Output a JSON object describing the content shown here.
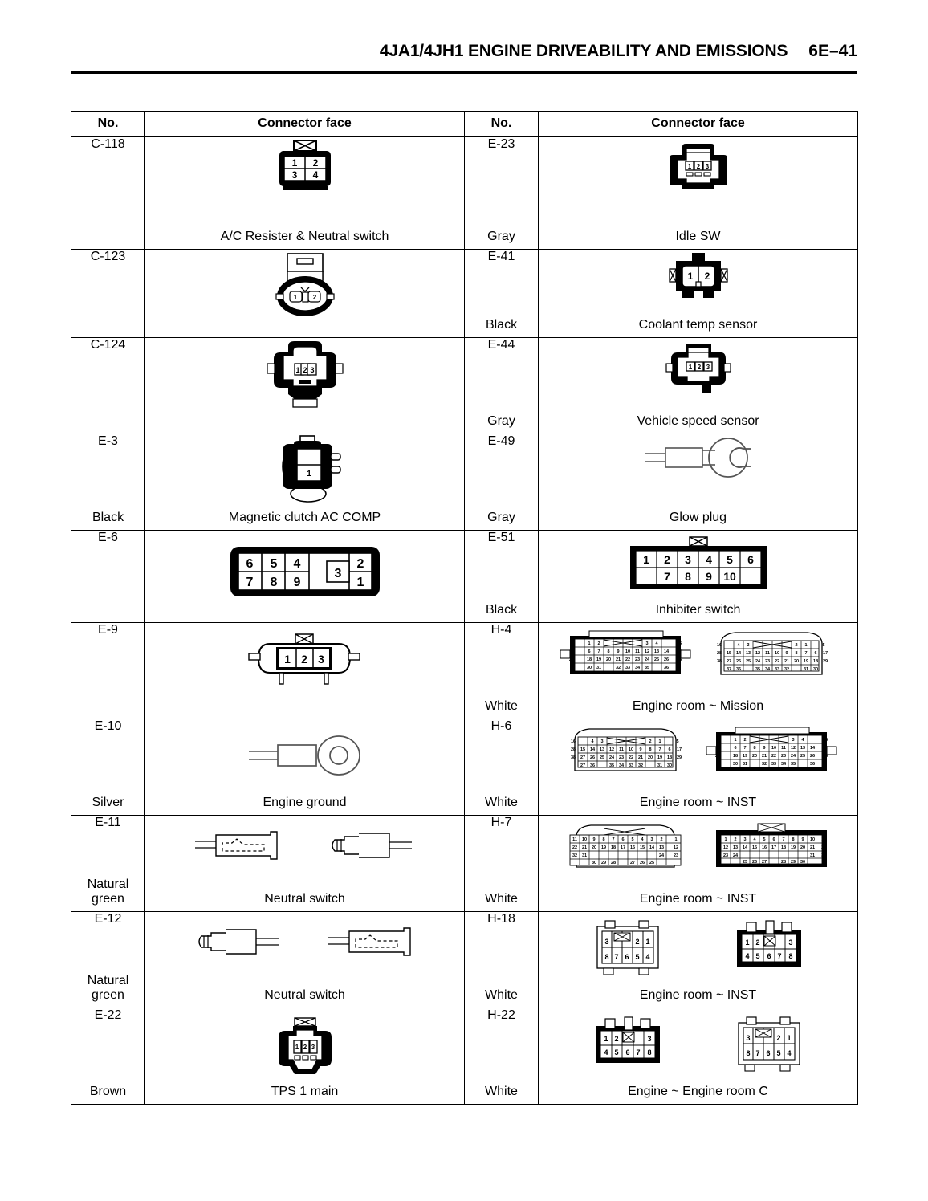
{
  "header": {
    "title": "4JA1/4JH1 ENGINE DRIVEABILITY AND EMISSIONS",
    "page_number": "6E–41"
  },
  "table": {
    "columns": [
      "No.",
      "Connector face",
      "No.",
      "Connector face"
    ],
    "rows": [
      {
        "left": {
          "no": "C-118",
          "color": "",
          "label": "A/C Resister & Neutral switch",
          "connector": "4-pin rectangular, pins 1 2 / 3 4, X latch top"
        },
        "right": {
          "no": "E-23",
          "color": "Gray",
          "label": "Idle SW",
          "connector": "3-pin, pins 1 2 3"
        }
      },
      {
        "left": {
          "no": "C-123",
          "color": "",
          "label": "",
          "connector": "2-pin oval, pins 1 2"
        },
        "right": {
          "no": "E-41",
          "color": "Black",
          "label": "Coolant temp sensor",
          "connector": "2-pin, pins 1 2"
        }
      },
      {
        "left": {
          "no": "C-124",
          "color": "",
          "label": "",
          "connector": "3-pin, pins 1 2 3"
        },
        "right": {
          "no": "E-44",
          "color": "Gray",
          "label": "Vehicle speed sensor",
          "connector": "3-pin, pins 1 2 3"
        }
      },
      {
        "left": {
          "no": "E-3",
          "color": "Black",
          "label": "Magnetic clutch AC COMP",
          "connector": "1-pin round, pin 1"
        },
        "right": {
          "no": "E-49",
          "color": "Gray",
          "label": "Glow plug",
          "connector": "open ring terminal"
        }
      },
      {
        "left": {
          "no": "E-6",
          "color": "",
          "label": "",
          "connector": "9+3 pin block, 6 5 4 / 7 8 9, 3, 2 / 1"
        },
        "right": {
          "no": "E-51",
          "color": "Black",
          "label": "Inhibiter switch",
          "connector": "10-pin, 1 2 3 4 5 6 / 7 8 9 10"
        }
      },
      {
        "left": {
          "no": "E-9",
          "color": "",
          "label": "",
          "connector": "3-pin oval, pins 1 2 3"
        },
        "right": {
          "no": "H-4",
          "color": "White",
          "label": "Engine room ~ Mission",
          "connector": "38-pin pair, male and female"
        }
      },
      {
        "left": {
          "no": "E-10",
          "color": "Silver",
          "label": "Engine ground",
          "connector": "closed ring terminal"
        },
        "right": {
          "no": "H-6",
          "color": "White",
          "label": "Engine room ~ INST",
          "connector": "38-pin pair, male and female"
        }
      },
      {
        "left": {
          "no": "E-11",
          "color": "Natural\ngreen",
          "label": "Neutral switch",
          "connector": "bullet terminal pair, female then male"
        },
        "right": {
          "no": "H-7",
          "color": "White",
          "label": "Engine room ~ INST",
          "connector": "32-pin pair, male and female"
        }
      },
      {
        "left": {
          "no": "E-12",
          "color": "Natural\ngreen",
          "label": "Neutral switch",
          "connector": "bullet terminal pair, male then female"
        },
        "right": {
          "no": "H-18",
          "color": "White",
          "label": "Engine room ~ INST",
          "connector": "8-pin pair, 3 X 2 1 / 8 7 6 5 4 and 1 2 X 3 / 4 5 6 7 8"
        }
      },
      {
        "left": {
          "no": "E-22",
          "color": "Brown",
          "label": "TPS 1 main",
          "connector": "3-pin, pins 1 2 3"
        },
        "right": {
          "no": "H-22",
          "color": "White",
          "label": "Engine ~ Engine room C",
          "connector": "8-pin pair, 1 2 X 3 / 4 5 6 7 8 and 3 X 2 1 / 8 7 6 5 4"
        }
      }
    ]
  },
  "pin_labels": {
    "c118": [
      "1",
      "2",
      "3",
      "4"
    ],
    "e23": [
      "1",
      "2",
      "3"
    ],
    "c123": [
      "1",
      "2"
    ],
    "e41": [
      "1",
      "2"
    ],
    "c124": [
      "1",
      "2",
      "3"
    ],
    "e44": [
      "1",
      "2",
      "3"
    ],
    "e3": [
      "1"
    ],
    "e6_top": [
      "6",
      "5",
      "4"
    ],
    "e6_bottom": [
      "7",
      "8",
      "9"
    ],
    "e6_mid": "3",
    "e6_right": [
      "2",
      "1"
    ],
    "e51_top": [
      "1",
      "2",
      "3",
      "4",
      "5",
      "6"
    ],
    "e51_bottom": [
      "7",
      "8",
      "9",
      "10"
    ],
    "e9": [
      "1",
      "2",
      "3"
    ],
    "h4_left_r1": [
      "5",
      "1",
      "2",
      "3",
      "4",
      "16"
    ],
    "h4_left_r2": [
      "17",
      "6",
      "7",
      "8",
      "9",
      "10",
      "11",
      "12",
      "13",
      "14",
      "15",
      "28"
    ],
    "h4_left_r3": [
      "29",
      "18",
      "19",
      "20",
      "21",
      "22",
      "23",
      "24",
      "25",
      "26",
      "27",
      "38"
    ],
    "h4_left_r4": [
      "30",
      "31",
      "32",
      "33",
      "34",
      "35",
      "36",
      "37"
    ],
    "h7_left_r1": [
      "11",
      "10",
      "9",
      "8",
      "7",
      "6",
      "5",
      "4",
      "3",
      "2",
      "1"
    ],
    "h7_left_r2": [
      "22",
      "21",
      "20",
      "19",
      "18",
      "17",
      "16",
      "15",
      "14",
      "13",
      "12"
    ],
    "h7_left_r3": [
      "32",
      "31",
      "30",
      "29",
      "28",
      "27",
      "26",
      "25",
      "24",
      "23"
    ],
    "h18_left_r1": [
      "3",
      "2",
      "1"
    ],
    "h18_left_r2": [
      "8",
      "7",
      "6",
      "5",
      "4"
    ],
    "h18_right_r1": [
      "1",
      "2",
      "3"
    ],
    "h18_right_r2": [
      "4",
      "5",
      "6",
      "7",
      "8"
    ],
    "h22_left_r1": [
      "1",
      "2",
      "3"
    ],
    "h22_left_r2": [
      "4",
      "5",
      "6",
      "7",
      "8"
    ],
    "h22_right_r1": [
      "3",
      "2",
      "1"
    ],
    "h22_right_r2": [
      "8",
      "7",
      "6",
      "5",
      "4"
    ],
    "e22": [
      "1",
      "2",
      "3"
    ]
  },
  "colors": {
    "ink": "#000000",
    "paper": "#ffffff",
    "grid": "#555555"
  }
}
